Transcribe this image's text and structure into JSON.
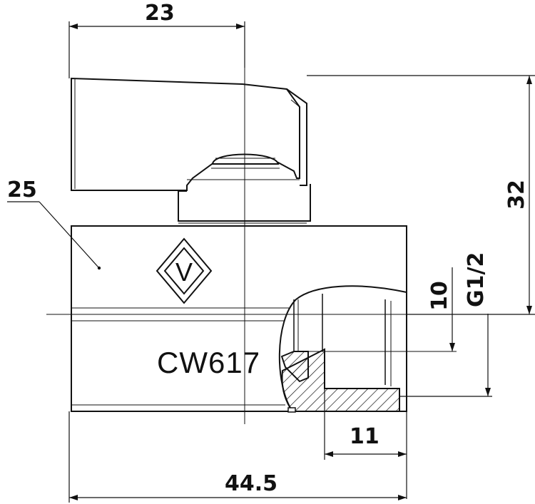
{
  "drawing": {
    "body_marking": "CW617",
    "logo_letter": "V",
    "dimensions": {
      "handle_axis_offset": "23",
      "reference_25": "25",
      "height": "32",
      "thread_depth": "10",
      "thread_size": "G1/2",
      "thread_length": "11",
      "overall_length": "44.5"
    }
  }
}
